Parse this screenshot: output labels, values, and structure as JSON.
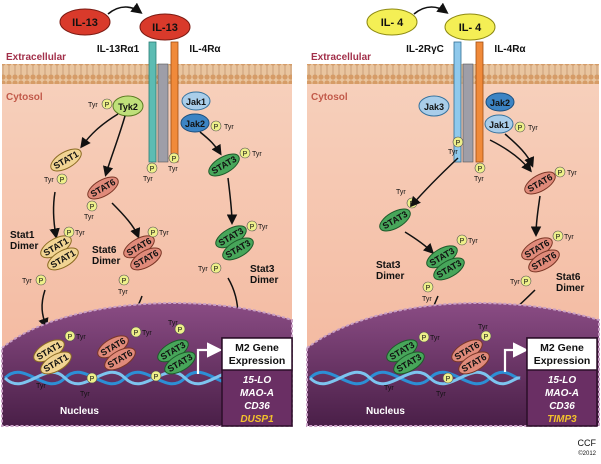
{
  "left_panel": {
    "ligand": "IL-13",
    "receptor_ligand": "IL-13",
    "receptor_a": "IL-13Rα1",
    "receptor_b": "IL-4Rα",
    "extracellular": "Extracellular",
    "cytosol": "Cytosol",
    "kinases": [
      "Tyk2",
      "Jak1",
      "Jak2"
    ],
    "dimers": [
      "Stat1\nDimer",
      "Stat6\nDimer",
      "Stat3\nDimer"
    ],
    "dimer1": "Stat1",
    "dimer1b": "Dimer",
    "dimer2": "Stat6",
    "dimer2b": "Dimer",
    "dimer3": "Stat3",
    "dimer3b": "Dimer",
    "stat1": "STAT1",
    "stat6": "STAT6",
    "stat3": "STAT3",
    "nucleus": "Nucleus",
    "gene_title_1": "M2 Gene",
    "gene_title_2": "Expression",
    "genes": [
      "15-LO",
      "MAO-A",
      "CD36",
      "DUSP1"
    ]
  },
  "right_panel": {
    "ligand": "IL- 4",
    "receptor_ligand": "IL- 4",
    "receptor_a": "IL-2RγC",
    "receptor_b": "IL-4Rα",
    "extracellular": "Extracellular",
    "cytosol": "Cytosol",
    "kinase_jak3": "Jak3",
    "kinase_jak2": "Jak2",
    "kinase_jak1": "Jak1",
    "dimer3": "Stat3",
    "dimer3b": "Dimer",
    "dimer2": "Stat6",
    "dimer2b": "Dimer",
    "stat3": "STAT3",
    "stat6": "STAT6",
    "nucleus": "Nucleus",
    "gene_title_1": "M2 Gene",
    "gene_title_2": "Expression",
    "genes": [
      "15-LO",
      "MAO-A",
      "CD36",
      "TIMP3"
    ]
  },
  "common": {
    "tyr": "Tyr",
    "p": "P"
  },
  "credit": {
    "org": "CCF",
    "year": "©2012"
  },
  "colors": {
    "il13": "#d93a2b",
    "il4": "#f4ef55",
    "tyk2": "#bfe07a",
    "jak1": "#a9cde9",
    "jak2": "#3c84c4",
    "stat1": "#f1d493",
    "stat6": "#e08a7a",
    "stat3": "#47a65a",
    "nucleus": "#6e3a6a",
    "gene_box": "#6a2f64",
    "highlight_gene": "#f3c12c"
  }
}
